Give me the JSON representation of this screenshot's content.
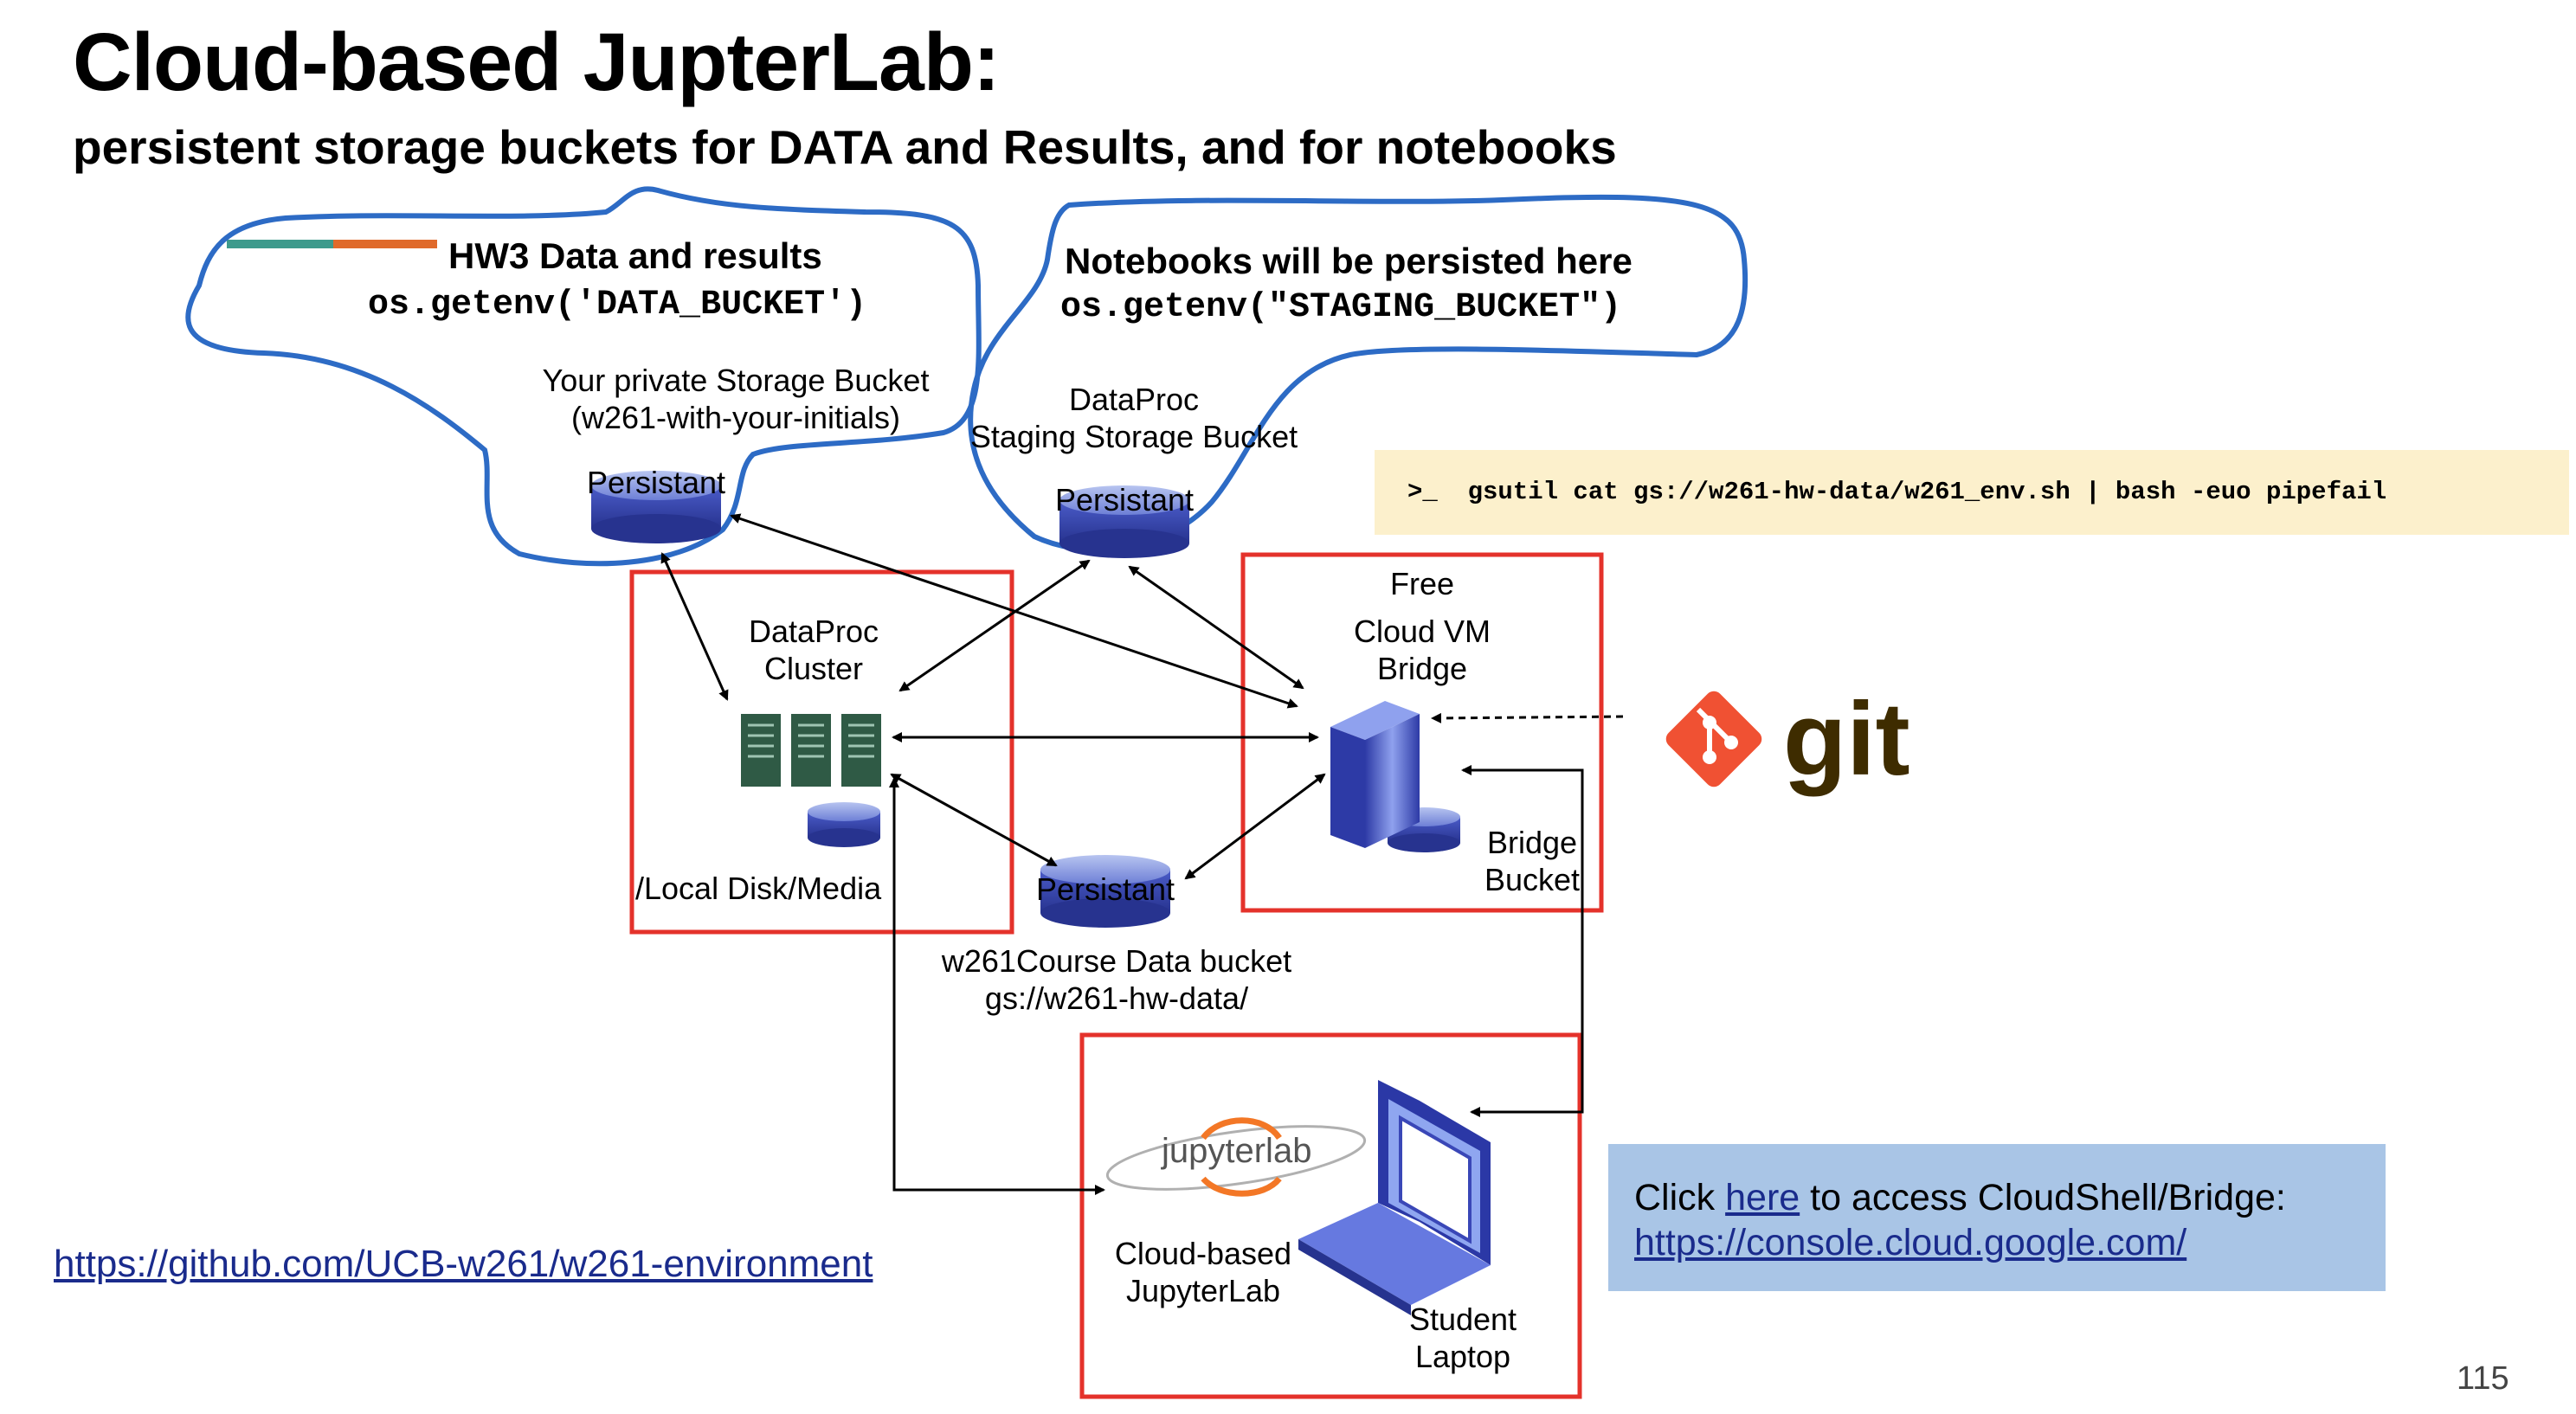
{
  "title": "Cloud-based JupterLab:",
  "subtitle": "persistent storage buckets for DATA and Results, and for notebooks",
  "callouts": {
    "data_heading": "HW3 Data and results",
    "data_code": "os.getenv('DATA_BUCKET')",
    "notebooks_heading": "Notebooks  will be persisted here",
    "notebooks_code": "os.getenv(\"STAGING_BUCKET\")"
  },
  "nodes": {
    "private_bucket": {
      "line1": "Your private Storage Bucket",
      "line2": "(w261-with-your-initials)",
      "disk": "Persistant"
    },
    "staging_bucket": {
      "line1": "DataProc",
      "line2": "Staging Storage Bucket",
      "disk": "Persistant"
    },
    "cluster": {
      "line1": "DataProc",
      "line2": "Cluster",
      "disk_label": "/Local Disk/Media"
    },
    "course_bucket": {
      "disk": "Persistant",
      "line1": "w261Course Data bucket",
      "line2": "gs://w261-hw-data/"
    },
    "vm": {
      "free": "Free",
      "line1": "Cloud VM",
      "line2": "Bridge",
      "bucket1": "Bridge",
      "bucket2": "Bucket"
    },
    "jupyter": {
      "logo": "jupyterlab",
      "line1": "Cloud-based",
      "line2": "JupyterLab"
    },
    "laptop": {
      "line1": "Student",
      "line2": "Laptop"
    }
  },
  "command": ">_  gsutil cat gs://w261-hw-data/w261_env.sh | bash -euo pipefail",
  "git_label": "git",
  "github_link": "https://github.com/UCB-w261/w261-environment",
  "info_box": {
    "click": "Click ",
    "here": "here",
    "rest": " to access CloudShell/Bridge:",
    "url": "https://console.cloud.google.com/"
  },
  "page_number": "115",
  "colors": {
    "red_box": "#e4322b",
    "blue_outline": "#2d6bc5",
    "git_orange": "#f05133",
    "cmd_bg": "#fcf0cc",
    "note_bg": "#a9c5e6"
  }
}
